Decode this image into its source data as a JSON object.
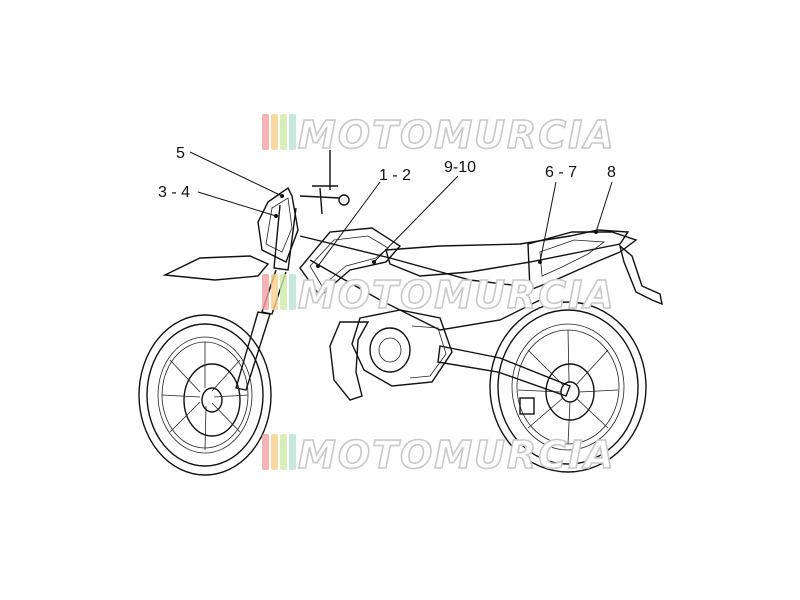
{
  "diagram": {
    "callouts": [
      {
        "id": "c5",
        "label": "5"
      },
      {
        "id": "c34",
        "label": "3 - 4"
      },
      {
        "id": "c12",
        "label": "1 - 2"
      },
      {
        "id": "c910",
        "label": "9-10"
      },
      {
        "id": "c67",
        "label": "6 - 7"
      },
      {
        "id": "c8",
        "label": "8"
      }
    ]
  },
  "watermark": {
    "text": "MOTOMURCIA",
    "stripe_colors": [
      "#f2a0a0",
      "#f7d08a",
      "#cfe8a8",
      "#b8e0d6"
    ]
  }
}
